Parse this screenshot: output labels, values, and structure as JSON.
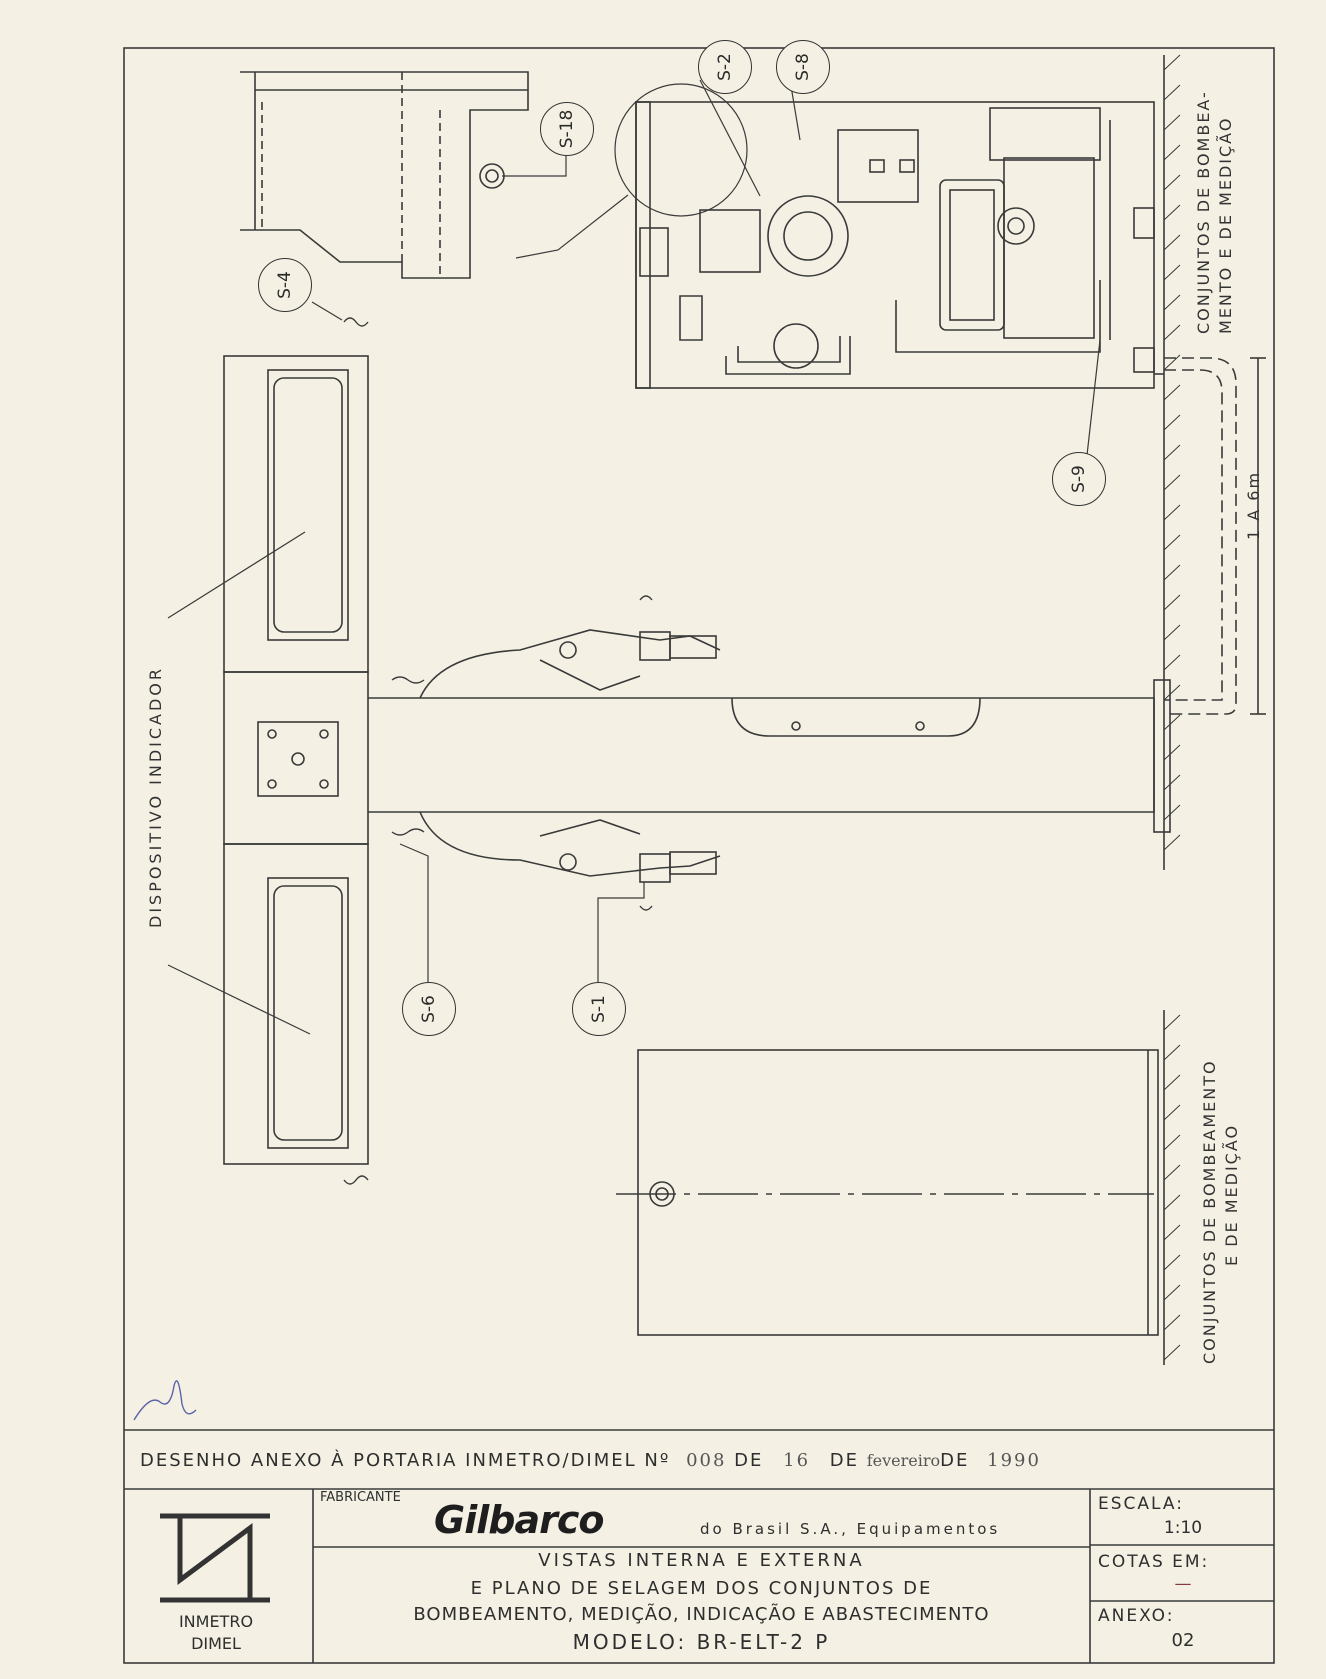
{
  "drawing": {
    "top_label_line1": "CONJUNTOS DE BOMBEA-",
    "top_label_line2": "MENTO E DE MEDIÇÃO",
    "bottom_label_line1": "CONJUNTOS DE BOMBEAMENTO",
    "bottom_label_line2": "E DE MEDIÇÃO",
    "display_label": "DISPOSITIVO   INDICADOR",
    "dimension": "1 A 6m",
    "callouts": [
      "S-2",
      "S-8",
      "S-18",
      "S-4",
      "S-9",
      "S-6",
      "S-1"
    ]
  },
  "title_block": {
    "annex_line": {
      "prefix": "DESENHO ANEXO À PORTARIA INMETRO/DIMEL Nº",
      "number": "008",
      "de1": "DE",
      "day": "16",
      "de2": "DE",
      "month": "fevereiro",
      "de3": "DE",
      "year": "1990"
    },
    "logo_org": "INMETRO",
    "logo_dept": "DIMEL",
    "fabricante_label": "FABRICANTE",
    "brand": "Gilbarco",
    "company": "do Brasil S.A., Equipamentos",
    "description": [
      "VISTAS INTERNA E EXTERNA",
      "E PLANO DE SELAGEM DOS CONJUNTOS DE",
      "BOMBEAMENTO, MEDIÇÃO, INDICAÇÃO E ABASTECIMENTO",
      "MODELO: BR-ELT-2 P"
    ],
    "escala_label": "ESCALA:",
    "escala_value": "1:10",
    "cotas_label": "COTAS EM:",
    "cotas_value": "—",
    "anexo_label": "ANEXO:",
    "anexo_value": "02"
  }
}
